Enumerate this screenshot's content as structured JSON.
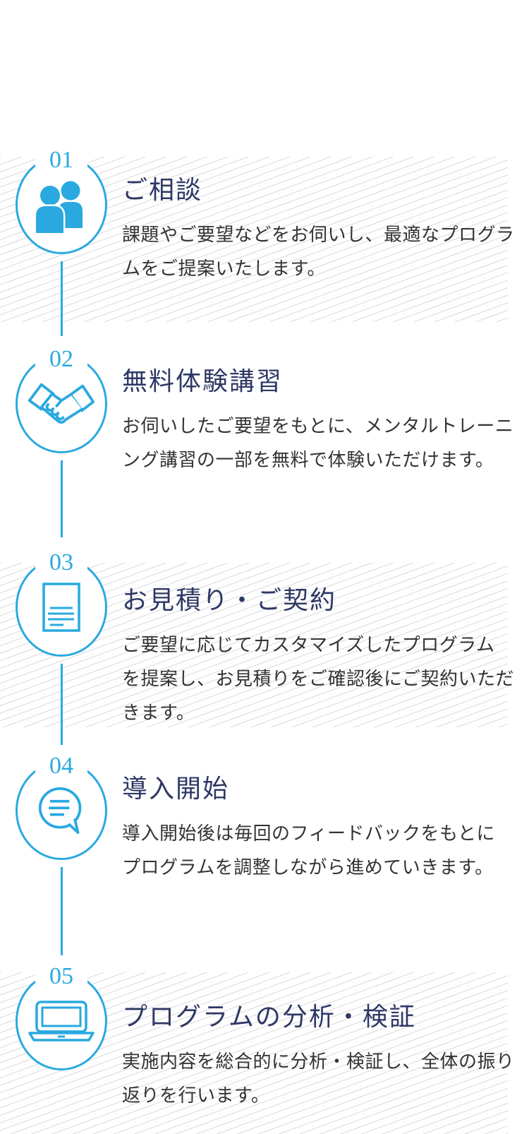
{
  "section": {
    "accent_color": "#29a9e0",
    "title_color": "#2e3865",
    "text_color": "#333333",
    "hatch_line_color": "#d9d9d9"
  },
  "steps": [
    {
      "number": "01",
      "title": "ご相談",
      "description": "課題やご要望などをお伺いし、最適なプログラ\nムをご提案いたします。",
      "icon": "people-icon",
      "hatched": true
    },
    {
      "number": "02",
      "title": "無料体験講習",
      "description": "お伺いしたご要望をもとに、メンタルトレーニ\nング講習の一部を無料で体験いただけます。",
      "icon": "handshake-icon",
      "hatched": false
    },
    {
      "number": "03",
      "title": "お見積り・ご契約",
      "description": "ご要望に応じてカスタマイズしたプログラム\nを提案し、お見積りをご確認後にご契約いただ\nきます。",
      "icon": "document-icon",
      "hatched": true
    },
    {
      "number": "04",
      "title": "導入開始",
      "description": "導入開始後は毎回のフィードバックをもとに\nプログラムを調整しながら進めていきます。",
      "icon": "speech-bubble-icon",
      "hatched": false
    },
    {
      "number": "05",
      "title": "プログラムの分析・検証",
      "description": "実施内容を総合的に分析・検証し、全体の振り\n返りを行います。",
      "icon": "laptop-icon",
      "hatched": true
    }
  ]
}
